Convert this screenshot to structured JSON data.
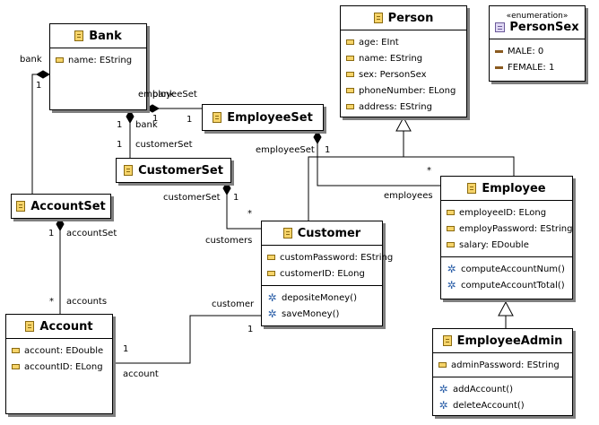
{
  "classes": {
    "bank": {
      "name": "Bank",
      "attributes": [
        "name: EString"
      ]
    },
    "person": {
      "name": "Person",
      "attributes": [
        "age: EInt",
        "name: EString",
        "sex: PersonSex",
        "phoneNumber: ELong",
        "address: EString"
      ]
    },
    "person_sex": {
      "stereotype": "«enumeration»",
      "name": "PersonSex",
      "literals": [
        "MALE: 0",
        "FEMALE: 1"
      ]
    },
    "employee_set": {
      "name": "EmployeeSet"
    },
    "customer_set": {
      "name": "CustomerSet"
    },
    "account_set": {
      "name": "AccountSet"
    },
    "employee": {
      "name": "Employee",
      "attributes": [
        "employeeID: ELong",
        "employPassword: EString",
        "salary: EDouble"
      ],
      "operations": [
        "computeAccountNum()",
        "computeAccountTotal()"
      ]
    },
    "customer": {
      "name": "Customer",
      "attributes": [
        "customPassword: EString",
        "customerID: ELong"
      ],
      "operations": [
        "depositeMoney()",
        "saveMoney()"
      ]
    },
    "account": {
      "name": "Account",
      "attributes": [
        "account: EDouble",
        "accountID: ELong"
      ]
    },
    "employee_admin": {
      "name": "EmployeeAdmin",
      "attributes": [
        "adminPassword: EString"
      ],
      "operations": [
        "addAccount()",
        "deleteAccount()"
      ]
    }
  },
  "labels": {
    "bank_role": "bank",
    "bank_mult_1": "1",
    "employee_set_role_overlap_a": "employeeSet",
    "employee_set_role_overlap_b": "bank",
    "employee_set_mult_1": "1",
    "employee_set_mult_2": "1",
    "bank_cs_role": "bank",
    "bank_cs_mult": "1",
    "cs_mult_1": "1",
    "customer_set_role": "customerSet",
    "employee_set_role2": "employeeSet",
    "employee_set_mult3": "1",
    "employees_role": "employees",
    "employees_mult": "*",
    "customer_set_role2": "customerSet",
    "customer_set_mult2": "1",
    "customers_role": "customers",
    "customers_mult": "*",
    "account_set_mult": "1",
    "account_set_role": "accountSet",
    "accounts_role": "accounts",
    "accounts_mult": "*",
    "customer_role": "customer",
    "customer_mult": "1",
    "account_role": "account",
    "account_mult": "1"
  }
}
